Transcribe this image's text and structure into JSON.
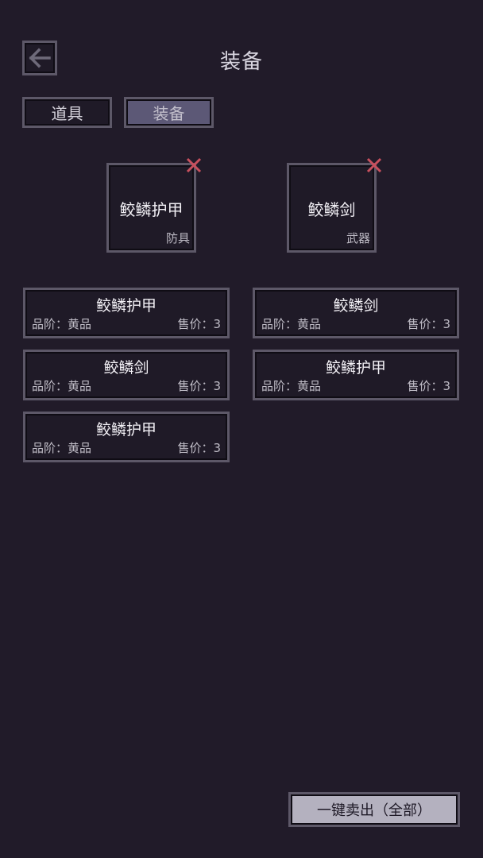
{
  "header": {
    "title": "装备",
    "back_icon": "arrow-left-icon"
  },
  "tabs": [
    {
      "label": "道具",
      "active": false
    },
    {
      "label": "装备",
      "active": true
    }
  ],
  "equipped": [
    {
      "name": "鲛鳞护甲",
      "type": "防具",
      "remove_icon": "close-x-icon"
    },
    {
      "name": "鲛鳞剑",
      "type": "武器",
      "remove_icon": "close-x-icon"
    }
  ],
  "inventory": [
    {
      "name": "鲛鳞护甲",
      "quality": "品阶：黄品",
      "price": "售价：3"
    },
    {
      "name": "鲛鳞剑",
      "quality": "品阶：黄品",
      "price": "售价：3"
    },
    {
      "name": "鲛鳞剑",
      "quality": "品阶：黄品",
      "price": "售价：3"
    },
    {
      "name": "鲛鳞护甲",
      "quality": "品阶：黄品",
      "price": "售价：3"
    },
    {
      "name": "鲛鳞护甲",
      "quality": "品阶：黄品",
      "price": "售价：3"
    }
  ],
  "actions": {
    "sell_all": "一键卖出（全部）"
  },
  "colors": {
    "background": "#211b29",
    "frame_border": "#5d5868",
    "active_tab": "#5c5876",
    "remove_x": "#c8505e",
    "sell_button": "#b4b1bf"
  }
}
